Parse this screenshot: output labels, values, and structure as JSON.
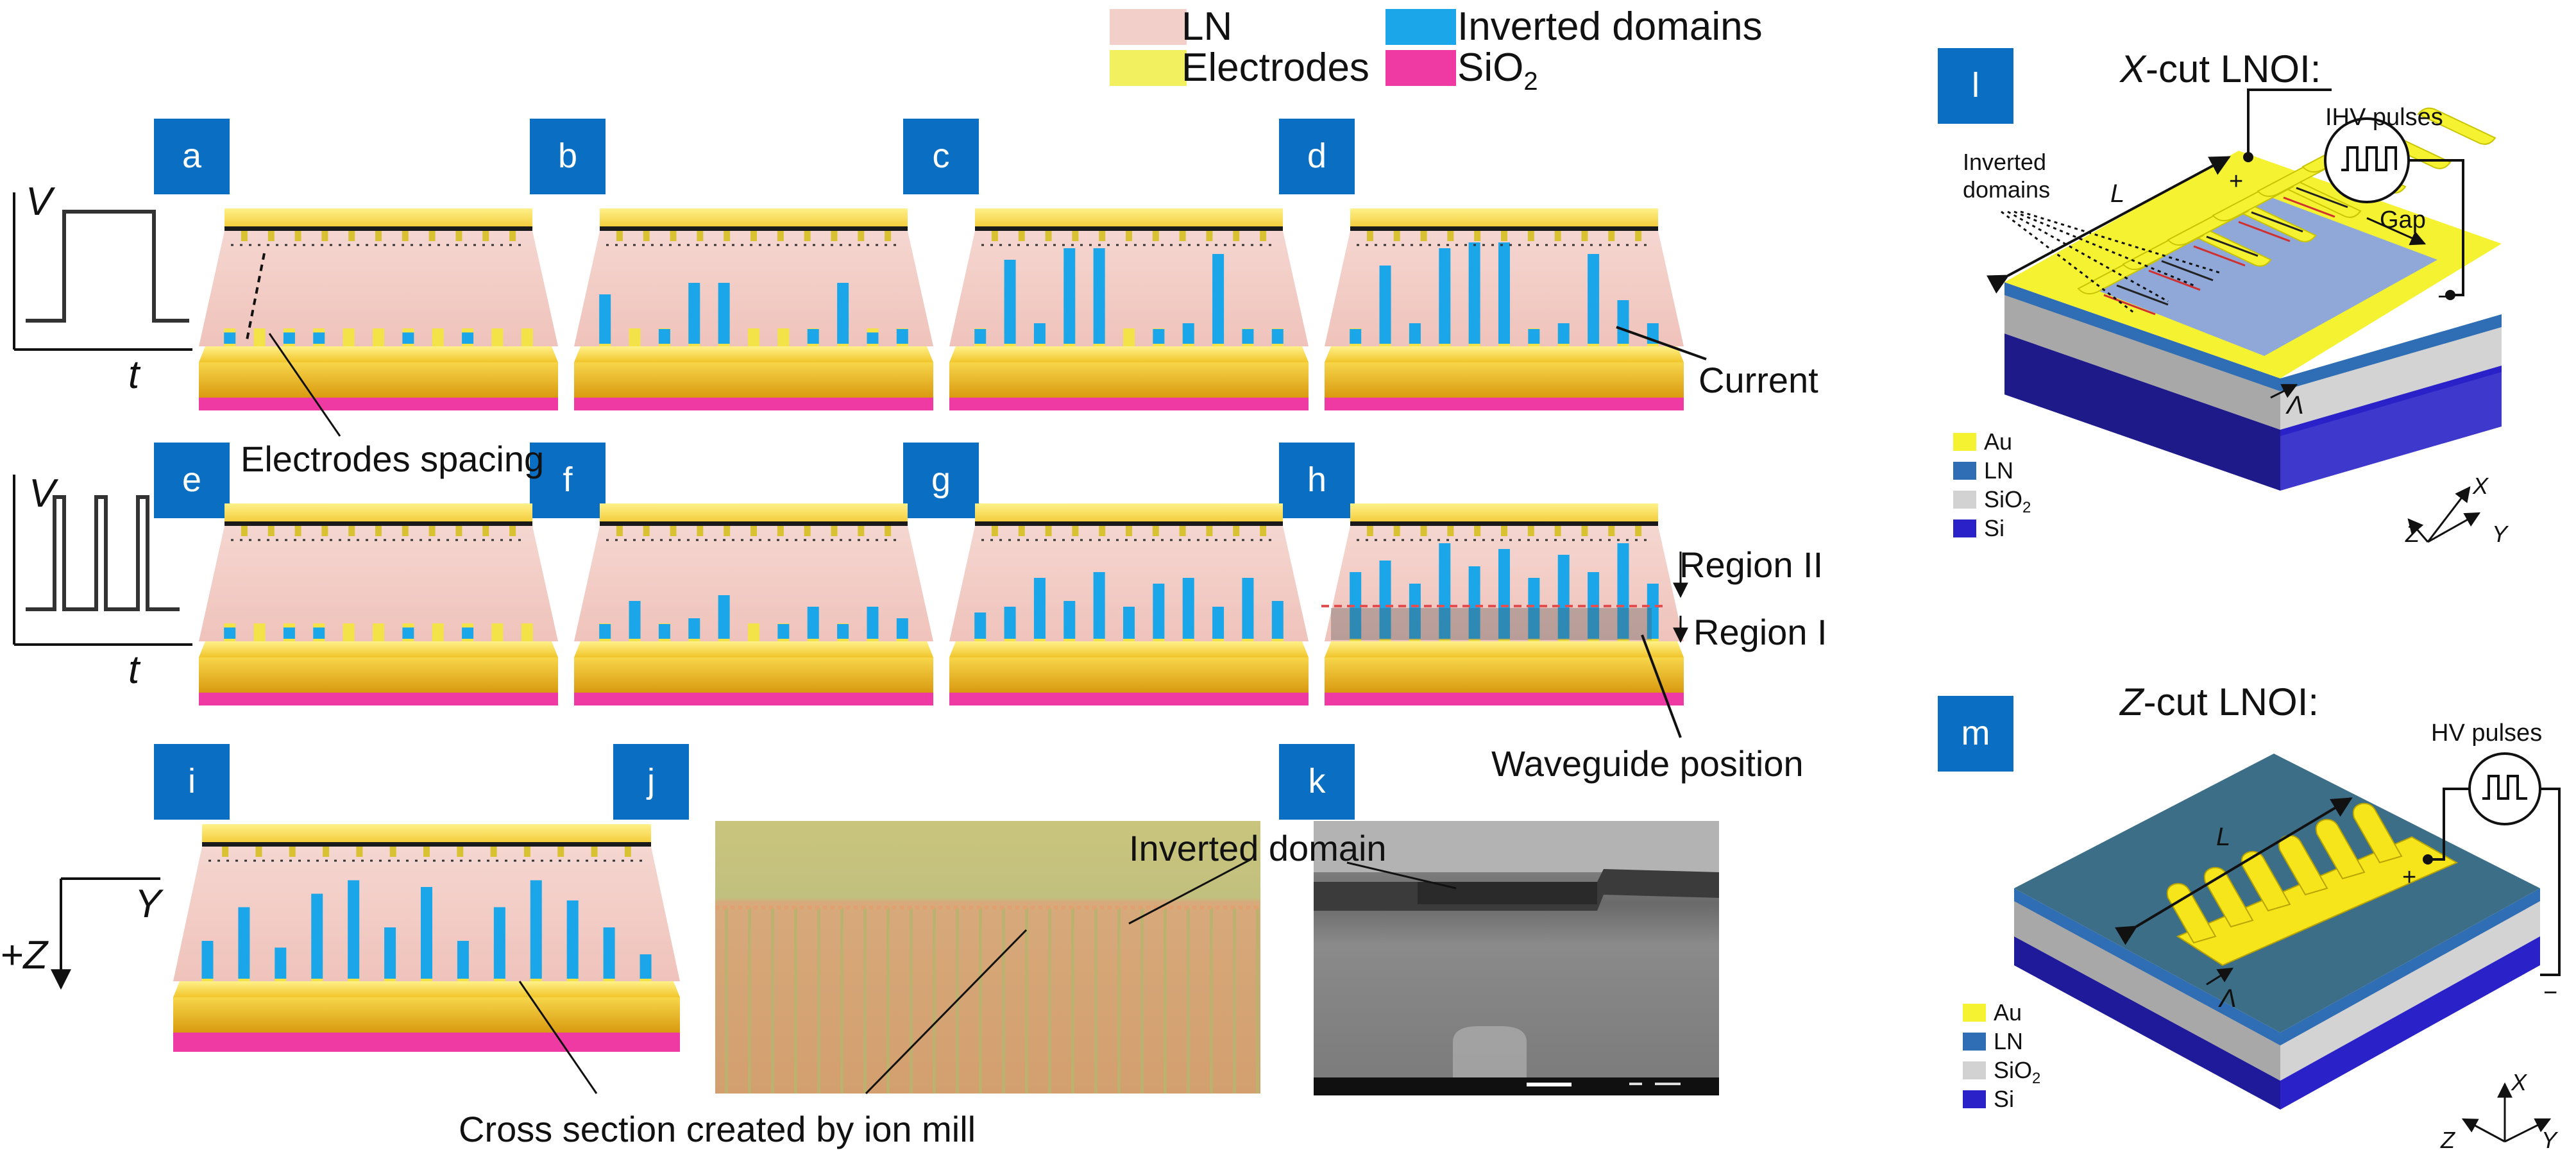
{
  "legend": {
    "items": [
      {
        "label": "LN",
        "color": "#f3cfc9"
      },
      {
        "label": "Electrodes",
        "color": "#f3f060"
      },
      {
        "label": "Inverted domains",
        "color": "#1aa6e8"
      },
      {
        "label_main": "SiO",
        "label_sub": "2",
        "color": "#ef3aa4"
      }
    ]
  },
  "panels": [
    "a",
    "b",
    "c",
    "d",
    "e",
    "f",
    "g",
    "h",
    "i",
    "j",
    "k",
    "l",
    "m"
  ],
  "pulse": {
    "v": "V",
    "t": "t"
  },
  "axes_i": {
    "y": "Y",
    "z": "+Z"
  },
  "annotations": {
    "electrodes_spacing": "Electrodes spacing",
    "current": "Current",
    "region2": "Region II",
    "region1": "Region I",
    "waveguide": "Waveguide position",
    "inverted_domain": "Inverted domain",
    "cross_section": "Cross section created by ion mill"
  },
  "xcut": {
    "title_italic": "X",
    "title_rest": "-cut LNOI:",
    "pulses": "IHV pulses",
    "inverted_line1": "Inverted",
    "inverted_line2": "domains",
    "gap": "Gap",
    "length": "L",
    "period": "Λ",
    "plus": "+",
    "minus": "−",
    "axes": {
      "x": "X",
      "y": "Y",
      "z": "Z"
    }
  },
  "zcut": {
    "title_italic": "Z",
    "title_rest": "-cut LNOI:",
    "pulses": "HV pulses",
    "length": "L",
    "period": "Λ",
    "plus": "+",
    "minus": "−",
    "axes": {
      "x": "X",
      "y": "Y",
      "z": "Z"
    }
  },
  "material_legend": [
    {
      "label": "Au",
      "color": "#f5f232"
    },
    {
      "label": "LN",
      "color": "#2f6db4"
    },
    {
      "label_main": "SiO",
      "label_sub": "2",
      "color": "#d2d2d2"
    },
    {
      "label": "Si",
      "color": "#2a22c8"
    }
  ],
  "colors": {
    "badge": "#0a6fc2",
    "ln": "#f2cdc6",
    "electrode": "#f5d232",
    "domain": "#1aa6e8",
    "sio2": "#ef3aa4",
    "wafer_top_z": "#3c6e88"
  }
}
